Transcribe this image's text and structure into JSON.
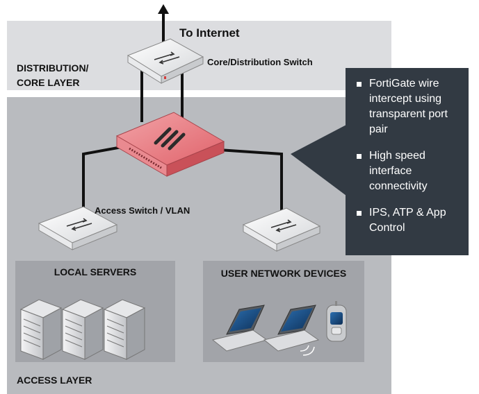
{
  "labels": {
    "to_internet": "To Internet",
    "distribution_layer": "DISTRIBUTION/\nCORE LAYER",
    "core_switch": "Core/Distribution Switch",
    "access_switch": "Access Switch / VLAN",
    "local_servers": "LOCAL SERVERS",
    "user_devices": "USER NETWORK DEVICES",
    "access_layer": "ACCESS LAYER"
  },
  "callout": {
    "items": [
      "FortiGate wire intercept using transparent port pair",
      "High speed interface connectivity",
      "IPS, ATP & App Control"
    ]
  },
  "colors": {
    "top_layer": "#dcdde0",
    "bottom_layer": "#b9bbbf",
    "zone": "#a2a4a9",
    "callout": "#323a43",
    "fortigate": "#e5737a"
  }
}
